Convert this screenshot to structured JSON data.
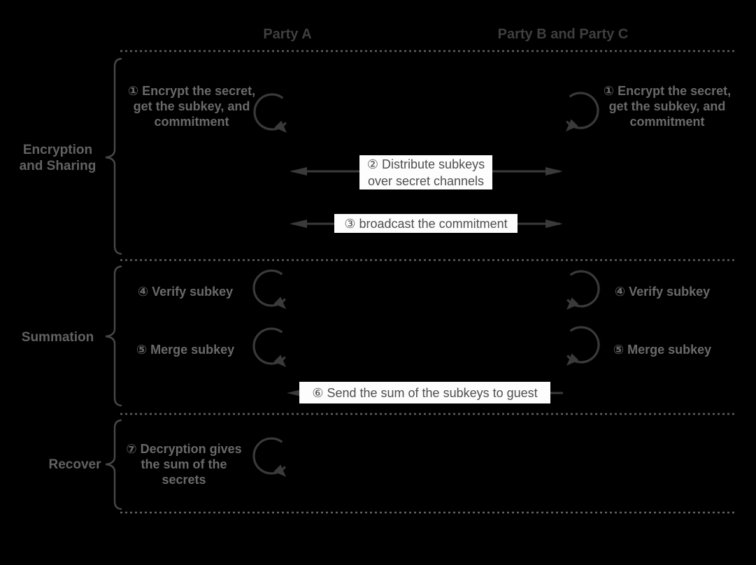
{
  "colors": {
    "background": "#000000",
    "arrow": "#3a3a3a",
    "header_text": "#3f3f3f",
    "step_text": "#6a6a6a",
    "phase_text": "#626262",
    "separator": "#606060",
    "message_box_bg": "#fdfdfd",
    "message_box_text": "#4f4f4f",
    "brace": "#484848"
  },
  "headers": {
    "party_a": "Party A",
    "party_bc": "Party B and Party C"
  },
  "phases": {
    "encryption_sharing": "Encryption\nand Sharing",
    "summation": "Summation",
    "recover": "Recover"
  },
  "steps": {
    "encrypt_a": "① Encrypt the secret,\nget the subkey, and\ncommitment",
    "encrypt_bc": "① Encrypt the secret,\nget the subkey, and\ncommitment",
    "verify_a": "④ Verify subkey",
    "verify_bc": "④ Verify subkey",
    "merge_a": "⑤ Merge subkey",
    "merge_bc": "⑤ Merge subkey",
    "decrypt_a": "⑦ Decryption gives\nthe sum of the\nsecrets"
  },
  "messages": {
    "distribute_subkeys": "② Distribute subkeys\nover secret channels",
    "broadcast_commitment": "③ broadcast the commitment",
    "send_sum": "⑥ Send the sum of the subkeys to guest"
  }
}
